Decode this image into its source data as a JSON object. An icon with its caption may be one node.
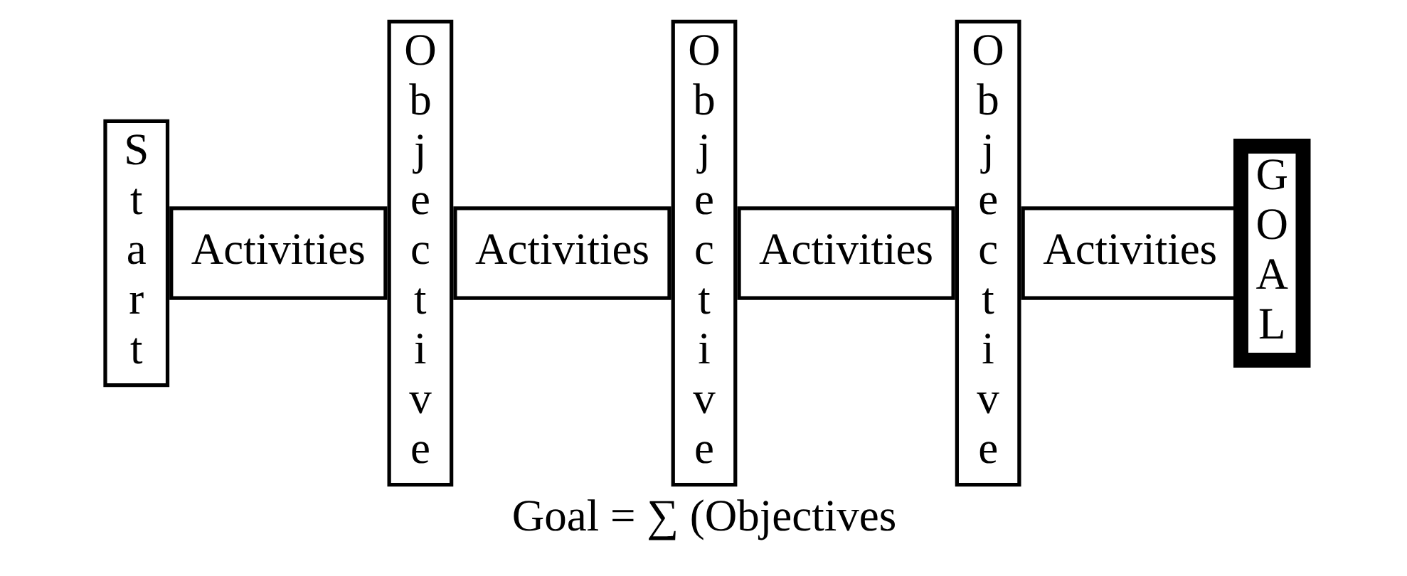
{
  "diagram": {
    "caption": "Goal = ∑ (Objectives",
    "nodes": [
      {
        "text": [
          "Start"
        ]
      },
      {
        "text": [
          "Activities"
        ]
      },
      {
        "text": [
          "Objective"
        ]
      },
      {
        "text": [
          "Activities"
        ]
      },
      {
        "text": [
          "Objective"
        ]
      },
      {
        "text": [
          "Activities"
        ]
      },
      {
        "text": [
          "Objective"
        ]
      },
      {
        "text": [
          "Activities"
        ]
      },
      {
        "text": [
          "GOAL"
        ]
      }
    ]
  }
}
